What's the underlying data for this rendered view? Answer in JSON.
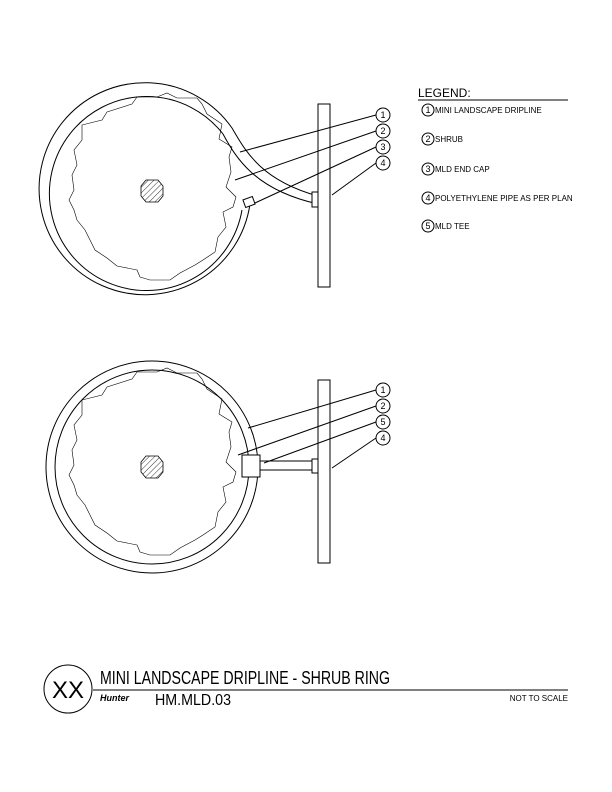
{
  "legend": {
    "title": "LEGEND:",
    "items": [
      {
        "num": "1",
        "label": "MINI LANDSCAPE DRIPLINE"
      },
      {
        "num": "2",
        "label": "SHRUB"
      },
      {
        "num": "3",
        "label": "MLD END CAP"
      },
      {
        "num": "4",
        "label": "POLYETHYLENE PIPE AS PER PLAN"
      },
      {
        "num": "5",
        "label": "MLD TEE"
      }
    ]
  },
  "top_callouts": [
    "1",
    "2",
    "3",
    "4"
  ],
  "bottom_callouts": [
    "1",
    "2",
    "5",
    "4"
  ],
  "title_block": {
    "detail_id": "XX",
    "title": "MINI LANDSCAPE DRIPLINE - SHRUB RING",
    "logo": "Hunter",
    "drawing_number": "HM.MLD.03",
    "scale": "NOT TO SCALE"
  }
}
